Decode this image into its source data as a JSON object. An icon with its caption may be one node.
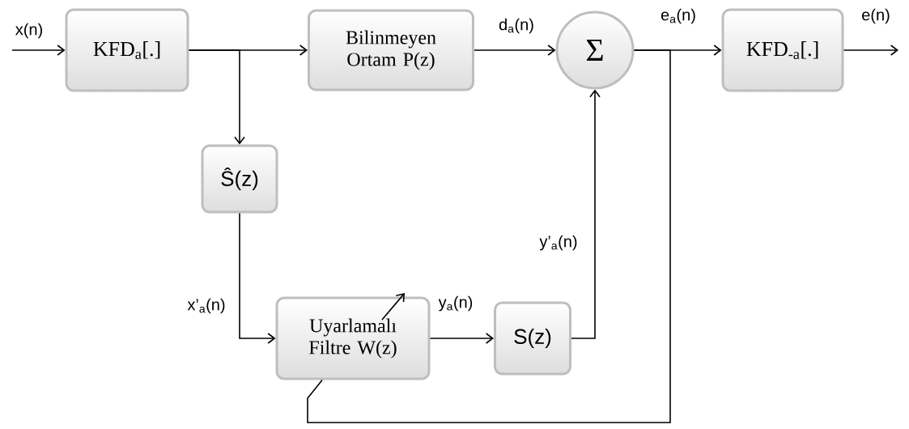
{
  "diagram": {
    "nodes": [
      {
        "text": [
          "KFD$_{a}$[.]"
        ]
      },
      {
        "text": [
          "Bilinmeyen Ortam P(z)"
        ]
      },
      {
        "text": [
          "Σ"
        ]
      },
      {
        "text": [
          "KFD$_{-a}$[.]"
        ]
      },
      {
        "text": [
          "Ŝ(z)"
        ]
      },
      {
        "text": [
          "Uyarlamalı Filtre W(z)"
        ]
      },
      {
        "text": [
          "S(z)"
        ]
      }
    ],
    "edges": [
      {
        "from": null,
        "to": 0,
        "arrow": "to",
        "label": "x(n)"
      },
      {
        "from": 0,
        "to": 1,
        "arrow": "to"
      },
      {
        "from": 0,
        "to": 4,
        "arrow": "to"
      },
      {
        "from": 1,
        "to": 2,
        "arrow": "to",
        "label": "d$_{a}$(n)"
      },
      {
        "from": 2,
        "to": 3,
        "arrow": "to",
        "label": "e$_{a}$(n)"
      },
      {
        "from": 3,
        "to": null,
        "arrow": "to",
        "label": "e(n)"
      },
      {
        "from": 4,
        "to": 5,
        "arrow": "to",
        "label": "x’$_{a}$(n)"
      },
      {
        "from": 5,
        "to": 6,
        "arrow": "to",
        "label": "y$_{a}$(n)"
      },
      {
        "from": 6,
        "to": 2,
        "arrow": "to",
        "label": "y’$_{a}$(n)"
      },
      {
        "from": 2,
        "to": 5,
        "arrow": "none"
      }
    ]
  }
}
